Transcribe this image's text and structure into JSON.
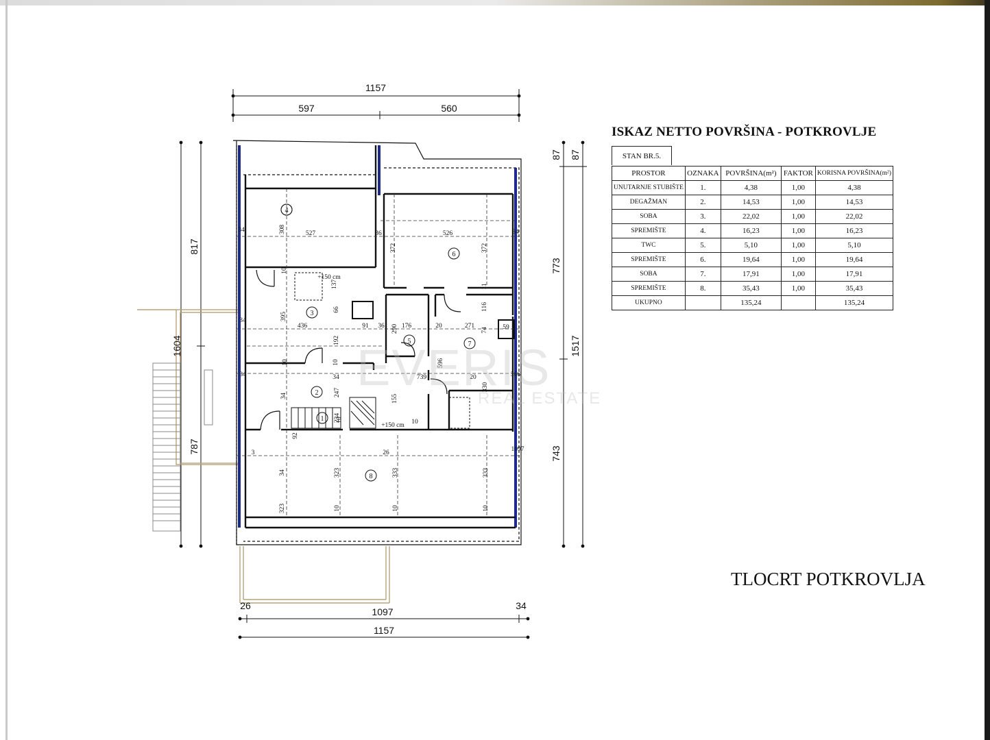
{
  "table": {
    "title": "ISKAZ NETTO POVRŠINA - POTKROVLJE",
    "unit_label": "STAN BR.5.",
    "headers": [
      "PROSTOR",
      "OZNAKA",
      "POVRŠINA(m²)",
      "FAKTOR",
      "KORISNA POVRŠINA(m²)"
    ],
    "rows": [
      [
        "UNUTARNJE STUBIŠTE",
        "1.",
        "4,38",
        "1,00",
        "4,38"
      ],
      [
        "DEGAŽMAN",
        "2.",
        "14,53",
        "1,00",
        "14,53"
      ],
      [
        "SOBA",
        "3.",
        "22,02",
        "1,00",
        "22,02"
      ],
      [
        "SPREMIŠTE",
        "4.",
        "16,23",
        "1,00",
        "16,23"
      ],
      [
        "TWC",
        "5.",
        "5,10",
        "1,00",
        "5,10"
      ],
      [
        "SPREMIŠTE",
        "6.",
        "19,64",
        "1,00",
        "19,64"
      ],
      [
        "SOBA",
        "7.",
        "17,91",
        "1,00",
        "17,91"
      ],
      [
        "SPREMIŠTE",
        "8.",
        "35,43",
        "1,00",
        "35,43"
      ]
    ],
    "total": [
      "UKUPNO",
      "",
      "135,24",
      "",
      "135,24"
    ]
  },
  "plan_title": "TLOCRT POTKROVLJA",
  "watermark": {
    "main": "EVERIS",
    "sub": "REAL ESTATE"
  },
  "dimensions": {
    "top_total": "1157",
    "top_left": "597",
    "top_right": "560",
    "bottom_left_wall": "26",
    "bottom_inner": "1097",
    "bottom_right_wall": "34",
    "bottom_total": "1157",
    "left_outer": "1604",
    "left_upper": "817",
    "left_lower": "787",
    "right_top_a": "87",
    "right_top_b": "87",
    "right_upper": "773",
    "right_total": "1517",
    "right_lower": "743"
  },
  "rooms": [
    "1",
    "2",
    "3",
    "4",
    "5",
    "6",
    "7",
    "8"
  ],
  "inner_dims": [
    "34",
    "308",
    "527",
    "36",
    "372",
    "526",
    "372",
    "34",
    "10",
    "137",
    "+150 cm",
    "11",
    "34",
    "395",
    "436",
    "66",
    "91",
    "36",
    "176",
    "20",
    "290",
    "271",
    "116",
    "74",
    "59",
    "34",
    "192",
    "10",
    "10",
    "596",
    "34",
    "739",
    "20",
    "330",
    "366",
    "34",
    "247",
    "155",
    "234",
    "92",
    "10",
    "10",
    "+150 cm",
    "3",
    "26",
    "1097",
    "34",
    "323",
    "333",
    "333",
    "323",
    "10",
    "10",
    "10",
    "10"
  ]
}
